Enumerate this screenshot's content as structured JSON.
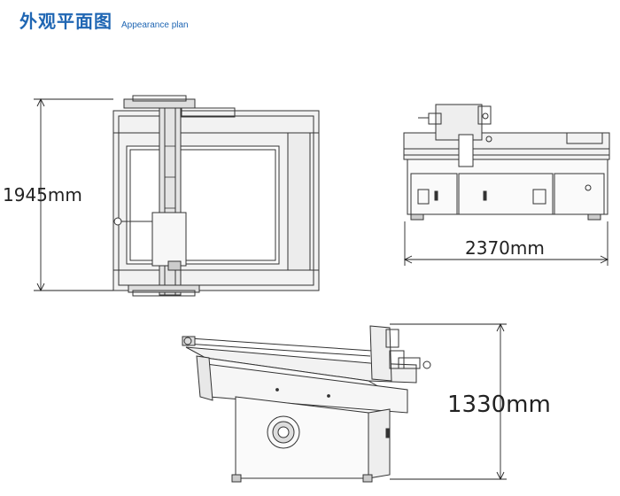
{
  "header": {
    "title_cn": "外观平面图",
    "title_en": "Appearance plan"
  },
  "dimensions": {
    "depth": "1945mm",
    "width": "2370mm",
    "height": "1330mm"
  },
  "colors": {
    "title": "#1f66b3",
    "line": "#333333",
    "panel": "#f2f2f2"
  }
}
